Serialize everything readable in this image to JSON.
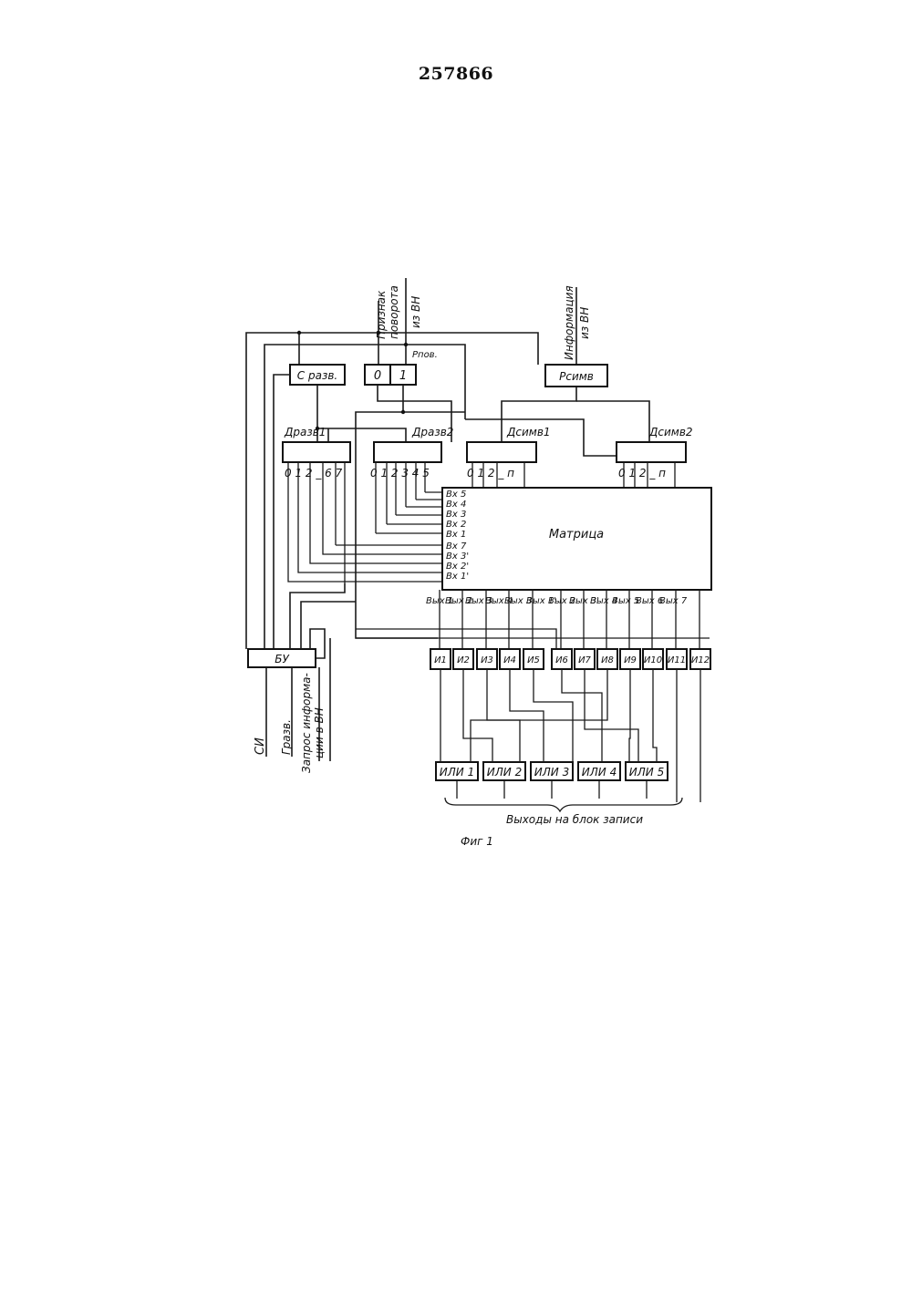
{
  "document": {
    "patent_number": "257866",
    "figure_label": "Фиг 1"
  },
  "inputs": {
    "priznak": [
      "Признак",
      "поворота"
    ],
    "iz_vn_1": "из ВН",
    "informaciya": "Информация",
    "iz_vn_2": "из ВН"
  },
  "blocks": {
    "c_razv": "С разв.",
    "p_pov": "Pпов.",
    "flipflop_0": "0",
    "flipflop_1": "1",
    "p_simv": "Pсимв",
    "d_razv1": "Дразв1",
    "d_razv2": "Дразв2",
    "d_simv1": "Дсимв1",
    "d_simv2": "Дсимв2",
    "matrix": "Матрица",
    "bu": "БУ"
  },
  "decoder_outputs": {
    "d_razv1": "0 1 2 _ 6 7",
    "d_razv2": "0 1 2 3 4 5",
    "d_simv1": "0 1 2 _ п",
    "d_simv2": "0 1 2 _ п"
  },
  "matrix_inputs": [
    "Вх 5",
    "Вх 4",
    "Вх 3",
    "Вх 2",
    "Вх 1",
    "Вх 7",
    "Вх 3'",
    "Вх 2'",
    "Вх 1'"
  ],
  "matrix_outputs": [
    "Вых 1",
    "Вых 2",
    "Вых 3",
    "Вых 4",
    "Вых 3",
    "Вых 1'",
    "Вых 2",
    "Вых 3'",
    "Вых 4",
    "Вых 5",
    "Вых 6",
    "Вых 7"
  ],
  "and_gates": [
    "И1",
    "И2",
    "И3",
    "И4",
    "И5",
    "И6",
    "И7",
    "И8",
    "И9",
    "И10",
    "И11",
    "И12"
  ],
  "or_gates": [
    "ИЛИ 1",
    "ИЛИ 2",
    "ИЛИ 3",
    "ИЛИ 4",
    "ИЛИ 5"
  ],
  "bu_signals": {
    "si": "СИ",
    "g_razv": "Гразв.",
    "zapros": [
      "Запрос информа-",
      "ции в ВН"
    ]
  },
  "outputs_caption": "Выходы на блок записи"
}
